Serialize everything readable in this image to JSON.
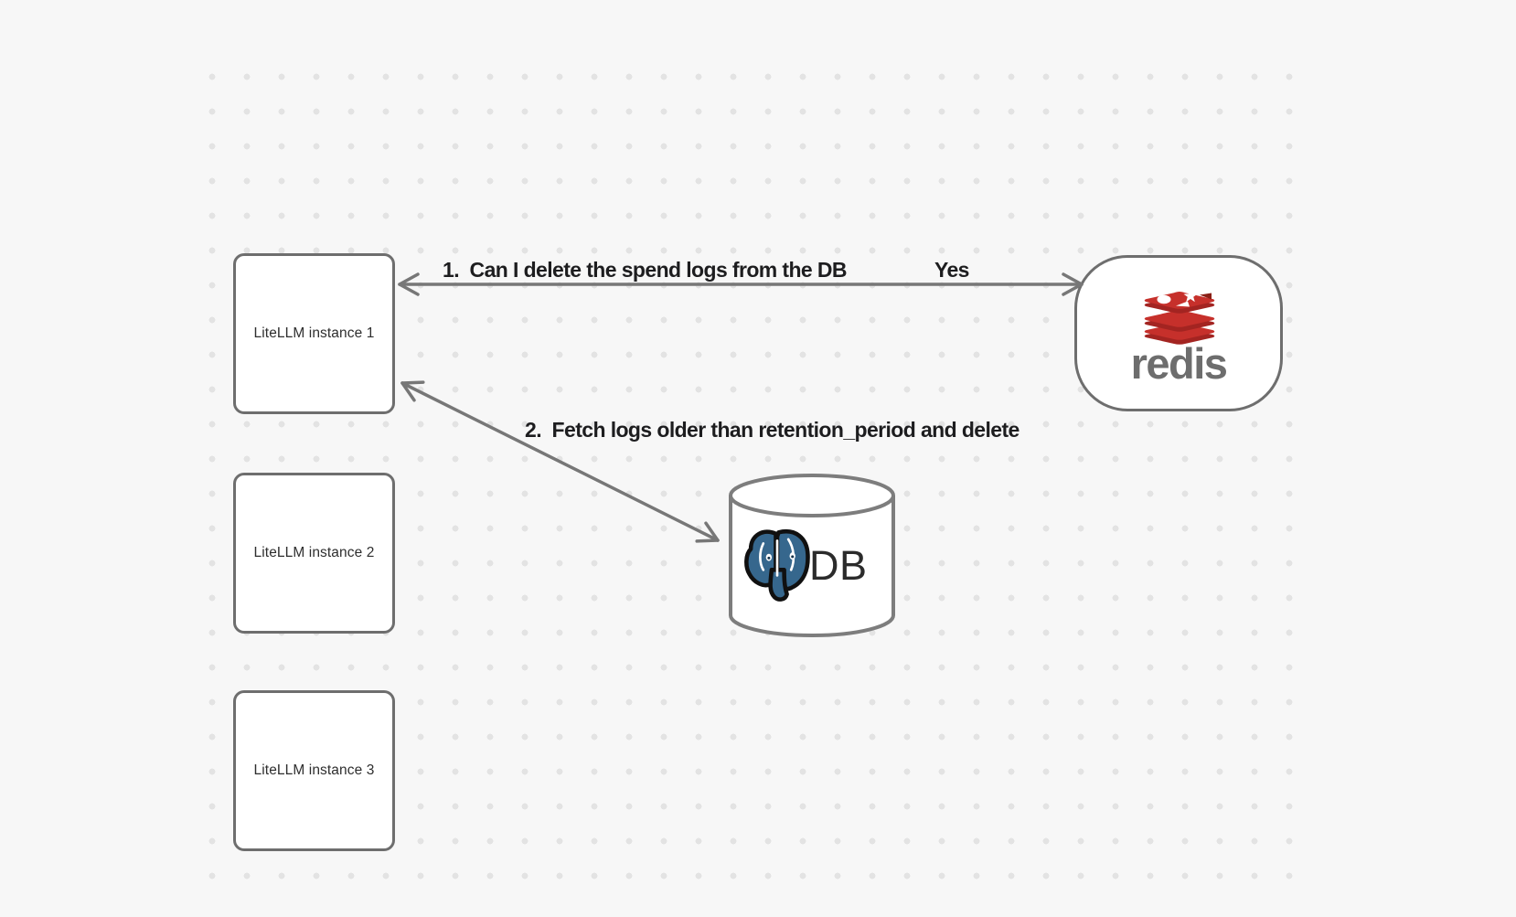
{
  "canvas": {
    "background_color": "#f7f7f7",
    "dot_grid_color": "#e3e3e3",
    "shape_stroke_color": "#6e6e6e",
    "arrow_color": "#777777",
    "label_color": "#1d1d1f"
  },
  "nodes": {
    "litellm_instances": [
      {
        "label": "LiteLLM instance 1"
      },
      {
        "label": "LiteLLM instance 2"
      },
      {
        "label": "LiteLLM instance 3"
      }
    ],
    "redis": {
      "wordmark": "redis",
      "logo_red": "#c6302b",
      "logo_dark_red": "#a32421",
      "wordmark_color": "#6d6d6d"
    },
    "database": {
      "label": "DB",
      "logo_blue": "#36678d"
    }
  },
  "edges": [
    {
      "from": "litellm-instance-1",
      "to": "redis",
      "label": "1.  Can I delete the spend logs from the DB",
      "response_label": "Yes",
      "style": "double-arrow-horizontal"
    },
    {
      "from": "litellm-instance-1",
      "to": "db",
      "label": "2.  Fetch logs older than retention_period and delete",
      "style": "double-arrow-diagonal"
    }
  ]
}
